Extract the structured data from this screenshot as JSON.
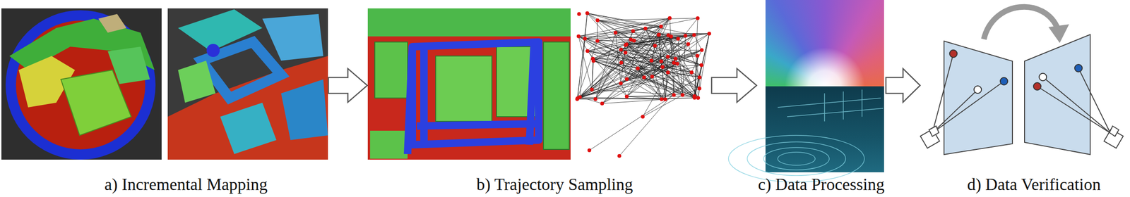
{
  "diagram": {
    "nodes": [
      {
        "text": [
          "a) Incremental Mapping"
        ]
      },
      {
        "text": [
          "b) Trajectory Sampling"
        ]
      },
      {
        "text": [
          "c) Data Processing"
        ]
      },
      {
        "text": [
          "d) Data Verification"
        ]
      }
    ],
    "edges": [
      {
        "from": 0,
        "to": 1,
        "arrow": "to"
      },
      {
        "from": 1,
        "to": 2,
        "arrow": "to"
      },
      {
        "from": 2,
        "to": 3,
        "arrow": "to"
      }
    ]
  }
}
